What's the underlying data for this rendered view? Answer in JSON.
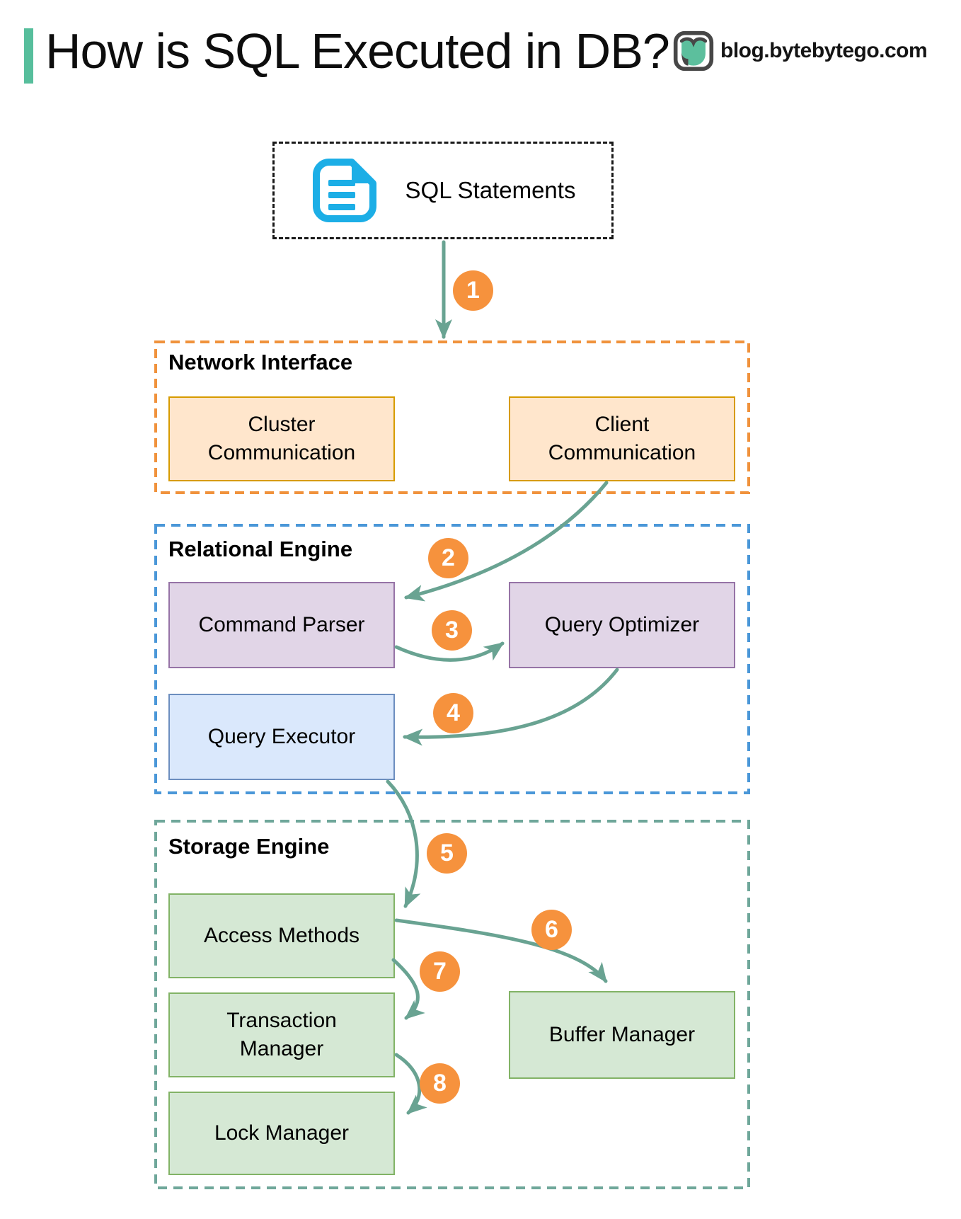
{
  "header": {
    "title": "How is SQL Executed in DB?",
    "brand": "blog.bytebytego.com"
  },
  "source_box": {
    "label": "SQL Statements"
  },
  "sections": {
    "network": {
      "label": "Network Interface",
      "boxes": {
        "cluster": "Cluster Communication",
        "client": "Client Communication"
      }
    },
    "relational": {
      "label": "Relational Engine",
      "boxes": {
        "parser": "Command Parser",
        "optimizer": "Query Optimizer",
        "executor": "Query Executor"
      }
    },
    "storage": {
      "label": "Storage Engine",
      "boxes": {
        "access": "Access Methods",
        "transaction": "Transaction Manager",
        "lock": "Lock Manager",
        "buffer": "Buffer Manager"
      }
    }
  },
  "flow": [
    {
      "step": "1",
      "from": "SQL Statements",
      "to": "Network Interface"
    },
    {
      "step": "2",
      "from": "Client Communication",
      "to": "Command Parser"
    },
    {
      "step": "3",
      "from": "Command Parser",
      "to": "Query Optimizer"
    },
    {
      "step": "4",
      "from": "Query Optimizer",
      "to": "Query Executor"
    },
    {
      "step": "5",
      "from": "Query Executor",
      "to": "Access Methods"
    },
    {
      "step": "6",
      "from": "Access Methods",
      "to": "Buffer Manager"
    },
    {
      "step": "7",
      "from": "Access Methods",
      "to": "Transaction Manager"
    },
    {
      "step": "8",
      "from": "Transaction Manager",
      "to": "Lock Manager"
    }
  ],
  "palette": {
    "accent": "#57BE9C",
    "arrow": "#69A392",
    "badge": "#F6923D",
    "network_border": "#F0923C",
    "network_fill": "#FFE6CC",
    "network_box_border": "#D79B00",
    "relational_border": "#4A97D8",
    "purple_fill": "#E1D5E7",
    "purple_border": "#9673A6",
    "blue_fill": "#DAE8FC",
    "blue_border": "#6C8EBF",
    "storage_border": "#6FA79A",
    "green_fill": "#D5E8D4",
    "green_border": "#82B366",
    "doc_icon": "#1CAEE6"
  }
}
